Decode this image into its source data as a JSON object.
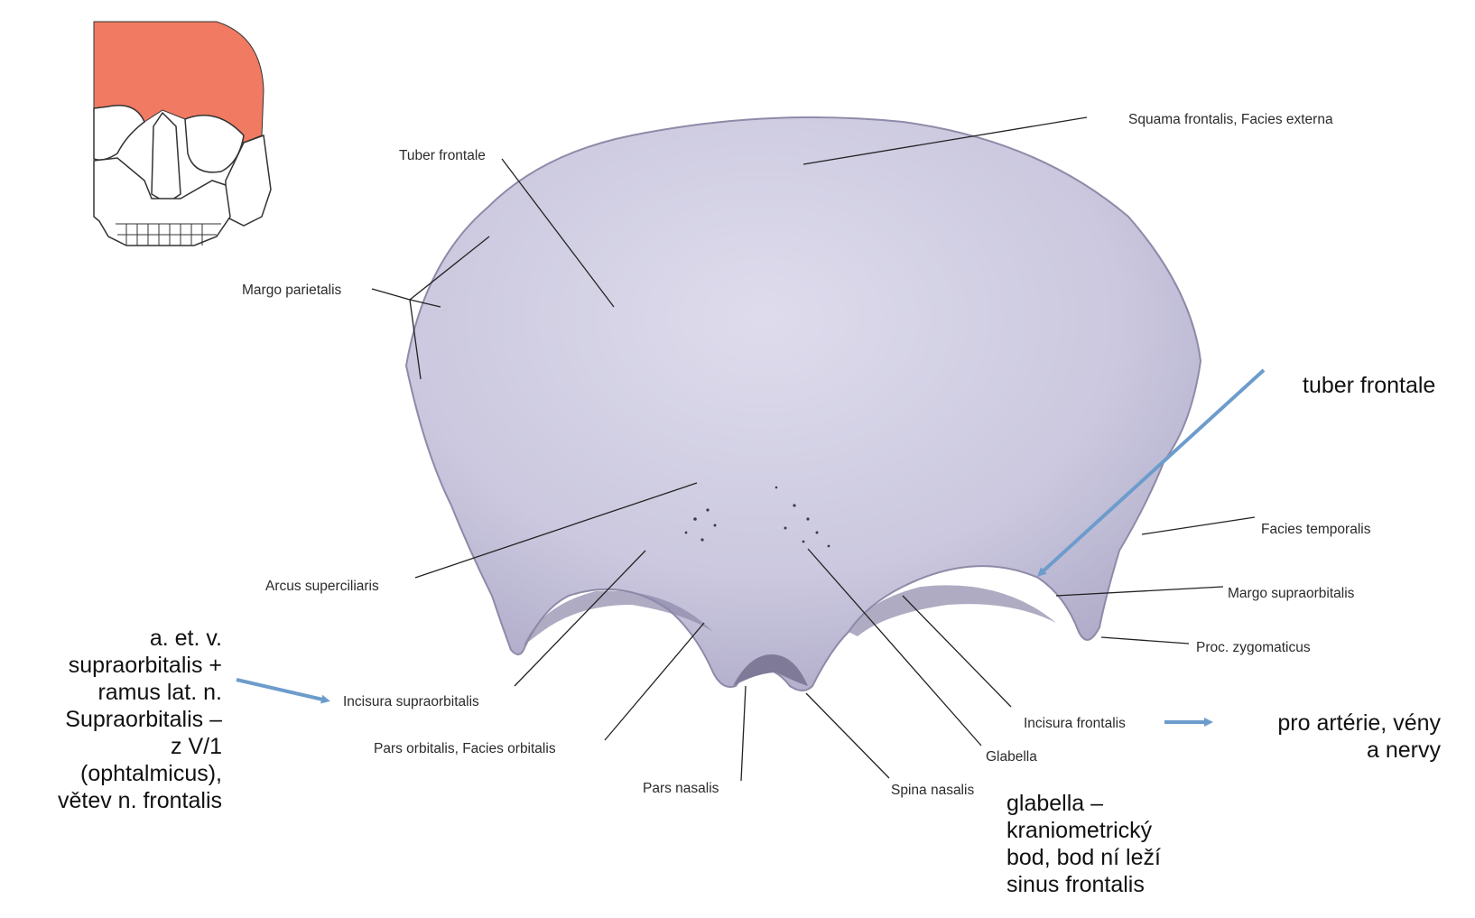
{
  "labels": {
    "squama": "Squama frontalis, Facies externa",
    "tuber": "Tuber frontale",
    "margo_parietalis": "Margo parietalis",
    "arcus": "Arcus superciliaris",
    "facies_temporalis": "Facies temporalis",
    "margo_supraorbitalis": "Margo supraorbitalis",
    "proc_zygomaticus": "Proc. zygomaticus",
    "incisura_supraorbitalis": "Incisura supraorbitalis",
    "pars_orbitalis": "Pars orbitalis, Facies orbitalis",
    "pars_nasalis": "Pars nasalis",
    "spina_nasalis": "Spina nasalis",
    "glabella": "Glabella",
    "incisura_frontalis": "Incisura frontalis"
  },
  "notes": {
    "tuber_frontale": "tuber frontale",
    "supraorbitalis": [
      "a. et. v.",
      "supraorbitalis +",
      "ramus lat. n.",
      "Supraorbitalis –",
      "z V/1",
      "(ophtalmicus),",
      "větev n. frontalis"
    ],
    "arterie": [
      "pro artérie, vény",
      "a nervy"
    ],
    "glabella": [
      "glabella –",
      "kraniometrický",
      "bod, bod ní leží",
      "sinus frontalis"
    ]
  },
  "colors": {
    "bone": "#cfcde3",
    "highlight": "#f07a62",
    "arrow": "#6d9ccc"
  }
}
